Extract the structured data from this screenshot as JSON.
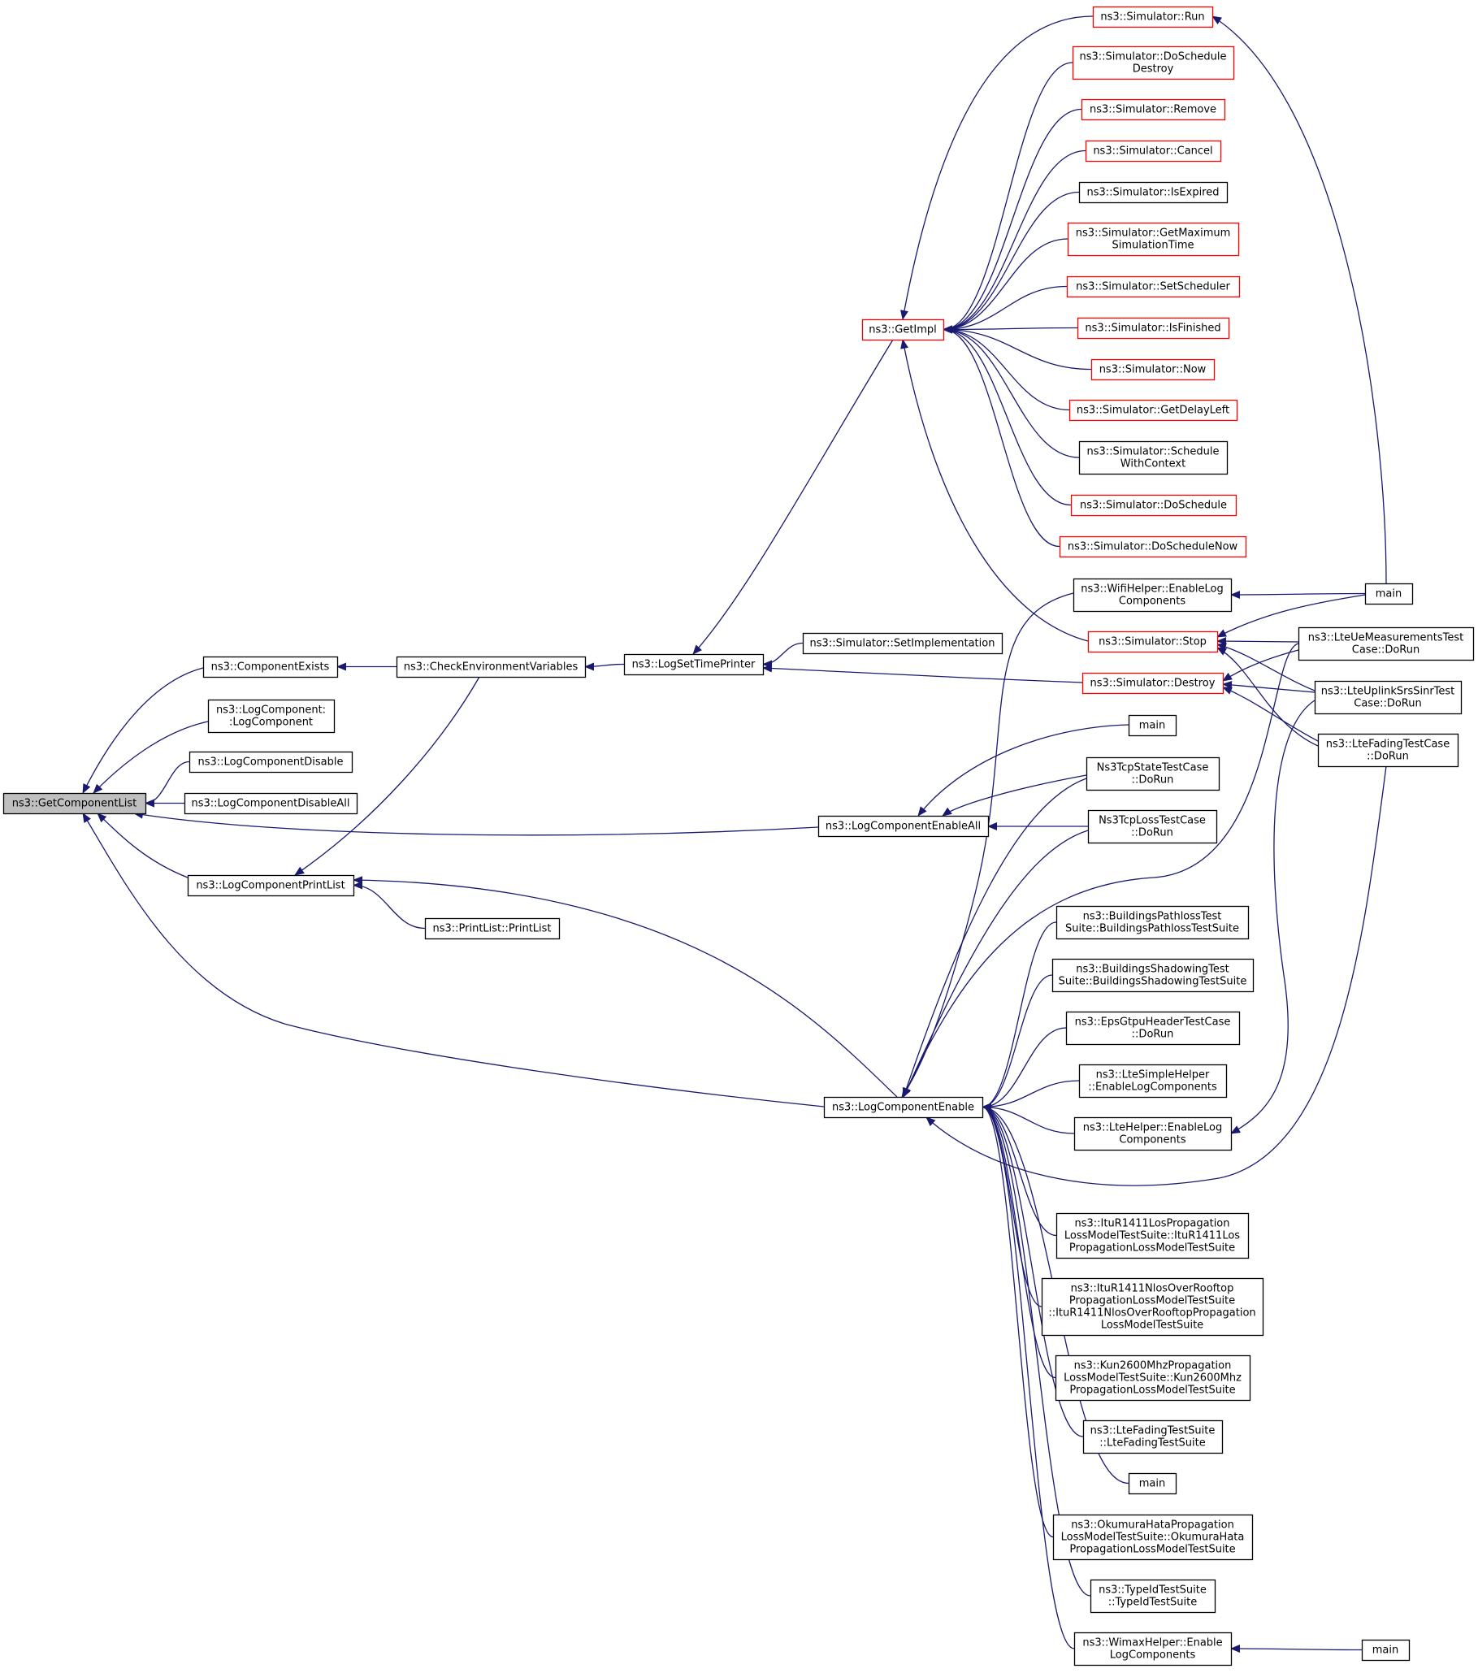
{
  "title": "",
  "colors": {
    "edge": "#191970",
    "box_default": "#000000",
    "box_truncated": "#ff0000",
    "box_focus_fill": "#bfbfbf",
    "box_fill": "#ffffff",
    "text": "#000000"
  },
  "nodes": [
    {
      "id": "getcomponentlist",
      "lines": [
        "ns3::GetComponentList"
      ],
      "style": "focus"
    },
    {
      "id": "componentexists",
      "lines": [
        "ns3::ComponentExists"
      ],
      "style": "normal"
    },
    {
      "id": "logcomponent-ctor",
      "lines": [
        "ns3::LogComponent:",
        ":LogComponent"
      ],
      "style": "normal"
    },
    {
      "id": "logcomponentdisable",
      "lines": [
        "ns3::LogComponentDisable"
      ],
      "style": "normal"
    },
    {
      "id": "logcomponentdisableall",
      "lines": [
        "ns3::LogComponentDisableAll"
      ],
      "style": "normal"
    },
    {
      "id": "logcomponentprintlist",
      "lines": [
        "ns3::LogComponentPrintList"
      ],
      "style": "normal"
    },
    {
      "id": "checkenvironmentvariables",
      "lines": [
        "ns3::CheckEnvironmentVariables"
      ],
      "style": "normal"
    },
    {
      "id": "printlist",
      "lines": [
        "ns3::PrintList::PrintList"
      ],
      "style": "normal"
    },
    {
      "id": "logsettimeprinter",
      "lines": [
        "ns3::LogSetTimePrinter"
      ],
      "style": "normal"
    },
    {
      "id": "getimpl",
      "lines": [
        "ns3::GetImpl"
      ],
      "style": "truncated"
    },
    {
      "id": "setimplementation",
      "lines": [
        "ns3::Simulator::SetImplementation"
      ],
      "style": "normal"
    },
    {
      "id": "logcomponentenableall",
      "lines": [
        "ns3::LogComponentEnableAll"
      ],
      "style": "normal"
    },
    {
      "id": "logcomponentenable",
      "lines": [
        "ns3::LogComponentEnable"
      ],
      "style": "normal"
    },
    {
      "id": "sim-run",
      "lines": [
        "ns3::Simulator::Run"
      ],
      "style": "truncated"
    },
    {
      "id": "sim-doscheduledestroy",
      "lines": [
        "ns3::Simulator::DoSchedule",
        "Destroy"
      ],
      "style": "truncated"
    },
    {
      "id": "sim-remove",
      "lines": [
        "ns3::Simulator::Remove"
      ],
      "style": "truncated"
    },
    {
      "id": "sim-cancel",
      "lines": [
        "ns3::Simulator::Cancel"
      ],
      "style": "truncated"
    },
    {
      "id": "sim-isexpired",
      "lines": [
        "ns3::Simulator::IsExpired"
      ],
      "style": "normal"
    },
    {
      "id": "sim-getmaxsimtime",
      "lines": [
        "ns3::Simulator::GetMaximum",
        "SimulationTime"
      ],
      "style": "truncated"
    },
    {
      "id": "sim-setscheduler",
      "lines": [
        "ns3::Simulator::SetScheduler"
      ],
      "style": "truncated"
    },
    {
      "id": "sim-isfinished",
      "lines": [
        "ns3::Simulator::IsFinished"
      ],
      "style": "truncated"
    },
    {
      "id": "sim-now",
      "lines": [
        "ns3::Simulator::Now"
      ],
      "style": "truncated"
    },
    {
      "id": "sim-getdelayleft",
      "lines": [
        "ns3::Simulator::GetDelayLeft"
      ],
      "style": "truncated"
    },
    {
      "id": "sim-schedulewithcontext",
      "lines": [
        "ns3::Simulator::Schedule",
        "WithContext"
      ],
      "style": "normal"
    },
    {
      "id": "sim-doschedule",
      "lines": [
        "ns3::Simulator::DoSchedule"
      ],
      "style": "truncated"
    },
    {
      "id": "sim-doschedulenow",
      "lines": [
        "ns3::Simulator::DoScheduleNow"
      ],
      "style": "truncated"
    },
    {
      "id": "wifihelper-enablelog",
      "lines": [
        "ns3::WifiHelper::EnableLog",
        "Components"
      ],
      "style": "normal"
    },
    {
      "id": "sim-stop",
      "lines": [
        "ns3::Simulator::Stop"
      ],
      "style": "truncated"
    },
    {
      "id": "sim-destroy",
      "lines": [
        "ns3::Simulator::Destroy"
      ],
      "style": "truncated"
    },
    {
      "id": "main-1",
      "lines": [
        "main"
      ],
      "style": "normal"
    },
    {
      "id": "lteue-meas-dorun",
      "lines": [
        "ns3::LteUeMeasurementsTest",
        "Case::DoRun"
      ],
      "style": "normal"
    },
    {
      "id": "lteuplinksrs-dorun",
      "lines": [
        "ns3::LteUplinkSrsSinrTest",
        "Case::DoRun"
      ],
      "style": "normal"
    },
    {
      "id": "ltefading-dorun",
      "lines": [
        "ns3::LteFadingTestCase",
        "::DoRun"
      ],
      "style": "normal"
    },
    {
      "id": "main-2",
      "lines": [
        "main"
      ],
      "style": "normal"
    },
    {
      "id": "ns3tcpstate-dorun",
      "lines": [
        "Ns3TcpStateTestCase",
        "::DoRun"
      ],
      "style": "normal"
    },
    {
      "id": "ns3tcploss-dorun",
      "lines": [
        "Ns3TcpLossTestCase",
        "::DoRun"
      ],
      "style": "normal"
    },
    {
      "id": "buildingspathloss",
      "lines": [
        "ns3::BuildingsPathlossTest",
        "Suite::BuildingsPathlossTestSuite"
      ],
      "style": "normal"
    },
    {
      "id": "buildingsshadowing",
      "lines": [
        "ns3::BuildingsShadowingTest",
        "Suite::BuildingsShadowingTestSuite"
      ],
      "style": "normal"
    },
    {
      "id": "epsgtpu-dorun",
      "lines": [
        "ns3::EpsGtpuHeaderTestCase",
        "::DoRun"
      ],
      "style": "normal"
    },
    {
      "id": "ltesimplehelper-enablelog",
      "lines": [
        "ns3::LteSimpleHelper",
        "::EnableLogComponents"
      ],
      "style": "normal"
    },
    {
      "id": "ltehelper-enablelog",
      "lines": [
        "ns3::LteHelper::EnableLog",
        "Components"
      ],
      "style": "normal"
    },
    {
      "id": "itur1411los",
      "lines": [
        "ns3::ItuR1411LosPropagation",
        "LossModelTestSuite::ItuR1411Los",
        "PropagationLossModelTestSuite"
      ],
      "style": "normal"
    },
    {
      "id": "itur1411nlos",
      "lines": [
        "ns3::ItuR1411NlosOverRooftop",
        "PropagationLossModelTestSuite",
        "::ItuR1411NlosOverRooftopPropagation",
        "LossModelTestSuite"
      ],
      "style": "normal"
    },
    {
      "id": "kun2600",
      "lines": [
        "ns3::Kun2600MhzPropagation",
        "LossModelTestSuite::Kun2600Mhz",
        "PropagationLossModelTestSuite"
      ],
      "style": "normal"
    },
    {
      "id": "ltefadingtestsuite",
      "lines": [
        "ns3::LteFadingTestSuite",
        "::LteFadingTestSuite"
      ],
      "style": "normal"
    },
    {
      "id": "main-3",
      "lines": [
        "main"
      ],
      "style": "normal"
    },
    {
      "id": "okumurahata",
      "lines": [
        "ns3::OkumuraHataPropagation",
        "LossModelTestSuite::OkumuraHata",
        "PropagationLossModelTestSuite"
      ],
      "style": "normal"
    },
    {
      "id": "typeidtestsuite",
      "lines": [
        "ns3::TypeIdTestSuite",
        "::TypeIdTestSuite"
      ],
      "style": "normal"
    },
    {
      "id": "wimaxhelper-enablelog",
      "lines": [
        "ns3::WimaxHelper::Enable",
        "LogComponents"
      ],
      "style": "normal"
    },
    {
      "id": "main-4",
      "lines": [
        "main"
      ],
      "style": "normal"
    }
  ],
  "edges": [
    [
      "componentexists",
      "getcomponentlist"
    ],
    [
      "logcomponent-ctor",
      "getcomponentlist"
    ],
    [
      "logcomponentdisable",
      "getcomponentlist"
    ],
    [
      "logcomponentdisableall",
      "getcomponentlist"
    ],
    [
      "logcomponentenableall",
      "getcomponentlist"
    ],
    [
      "logcomponentprintlist",
      "getcomponentlist"
    ],
    [
      "logcomponentenable",
      "getcomponentlist"
    ],
    [
      "checkenvironmentvariables",
      "componentexists"
    ],
    [
      "checkenvironmentvariables",
      "logcomponentprintlist"
    ],
    [
      "printlist",
      "logcomponentprintlist"
    ],
    [
      "logcomponentenable",
      "logcomponentprintlist"
    ],
    [
      "logsettimeprinter",
      "checkenvironmentvariables"
    ],
    [
      "getimpl",
      "logsettimeprinter"
    ],
    [
      "setimplementation",
      "logsettimeprinter"
    ],
    [
      "sim-destroy",
      "logsettimeprinter"
    ],
    [
      "sim-run",
      "getimpl"
    ],
    [
      "sim-doscheduledestroy",
      "getimpl"
    ],
    [
      "sim-remove",
      "getimpl"
    ],
    [
      "sim-cancel",
      "getimpl"
    ],
    [
      "sim-isexpired",
      "getimpl"
    ],
    [
      "sim-getmaxsimtime",
      "getimpl"
    ],
    [
      "sim-setscheduler",
      "getimpl"
    ],
    [
      "sim-isfinished",
      "getimpl"
    ],
    [
      "sim-now",
      "getimpl"
    ],
    [
      "sim-getdelayleft",
      "getimpl"
    ],
    [
      "sim-schedulewithcontext",
      "getimpl"
    ],
    [
      "sim-doschedule",
      "getimpl"
    ],
    [
      "sim-doschedulenow",
      "getimpl"
    ],
    [
      "sim-stop",
      "getimpl"
    ],
    [
      "main-1",
      "sim-run"
    ],
    [
      "main-1",
      "wifihelper-enablelog"
    ],
    [
      "main-1",
      "sim-stop"
    ],
    [
      "lteue-meas-dorun",
      "sim-stop"
    ],
    [
      "lteuplinksrs-dorun",
      "sim-stop"
    ],
    [
      "ltefading-dorun",
      "sim-stop"
    ],
    [
      "lteue-meas-dorun",
      "sim-destroy"
    ],
    [
      "lteuplinksrs-dorun",
      "sim-destroy"
    ],
    [
      "ltefading-dorun",
      "sim-destroy"
    ],
    [
      "main-2",
      "logcomponentenableall"
    ],
    [
      "ns3tcpstate-dorun",
      "logcomponentenableall"
    ],
    [
      "ns3tcploss-dorun",
      "logcomponentenableall"
    ],
    [
      "wifihelper-enablelog",
      "logcomponentenable"
    ],
    [
      "ns3tcpstate-dorun",
      "logcomponentenable"
    ],
    [
      "ns3tcploss-dorun",
      "logcomponentenable"
    ],
    [
      "lteue-meas-dorun",
      "logcomponentenable"
    ],
    [
      "buildingspathloss",
      "logcomponentenable"
    ],
    [
      "buildingsshadowing",
      "logcomponentenable"
    ],
    [
      "epsgtpu-dorun",
      "logcomponentenable"
    ],
    [
      "ltesimplehelper-enablelog",
      "logcomponentenable"
    ],
    [
      "ltehelper-enablelog",
      "logcomponentenable"
    ],
    [
      "ltefading-dorun",
      "logcomponentenable"
    ],
    [
      "itur1411los",
      "logcomponentenable"
    ],
    [
      "itur1411nlos",
      "logcomponentenable"
    ],
    [
      "kun2600",
      "logcomponentenable"
    ],
    [
      "ltefadingtestsuite",
      "logcomponentenable"
    ],
    [
      "main-3",
      "logcomponentenable"
    ],
    [
      "okumurahata",
      "logcomponentenable"
    ],
    [
      "typeidtestsuite",
      "logcomponentenable"
    ],
    [
      "wimaxhelper-enablelog",
      "logcomponentenable"
    ],
    [
      "lteuplinksrs-dorun",
      "ltehelper-enablelog"
    ],
    [
      "main-4",
      "wimaxhelper-enablelog"
    ]
  ]
}
